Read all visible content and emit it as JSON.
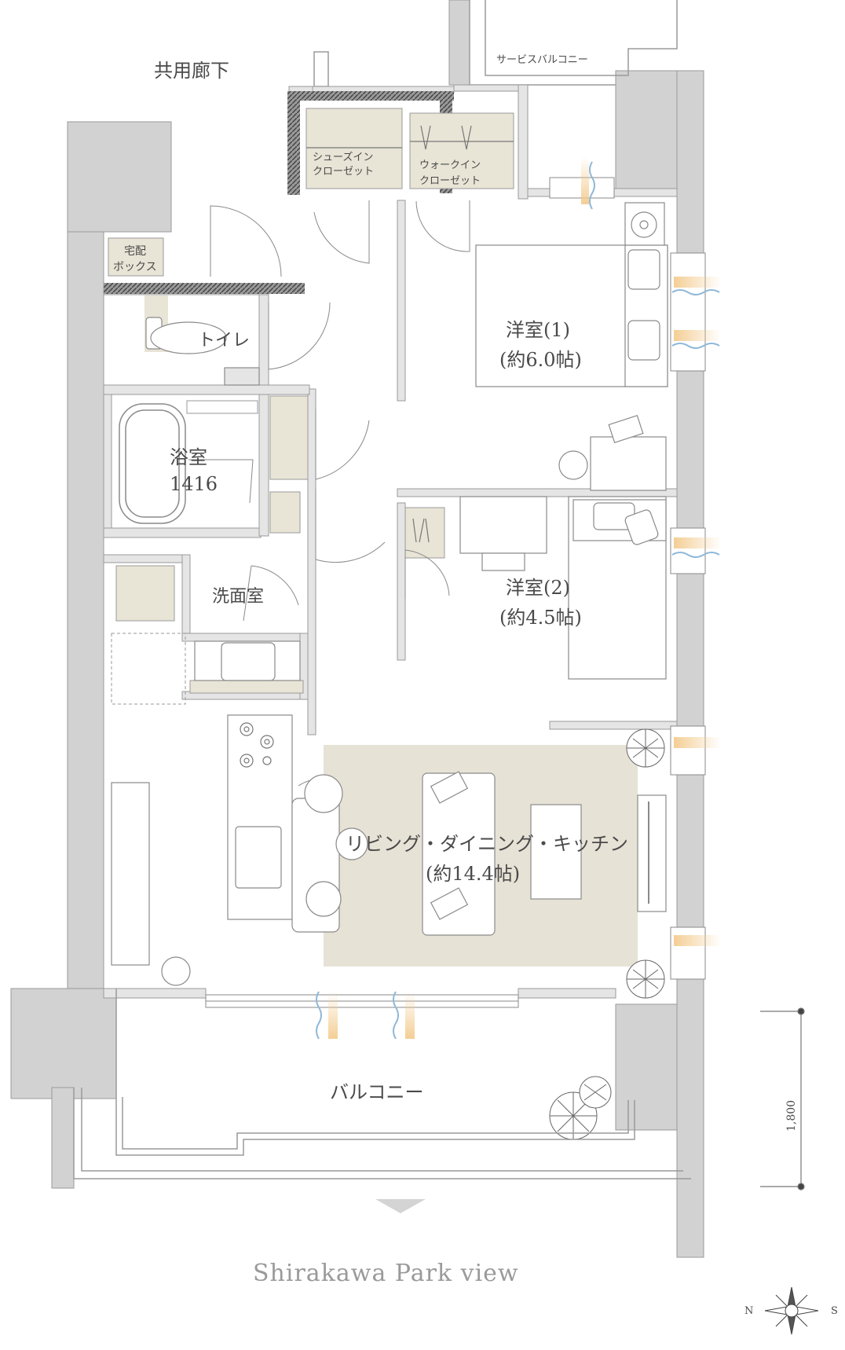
{
  "labels": {
    "common_corridor": "共用廊下",
    "service_balcony": "サービスバルコニー",
    "shoe_closet_l1": "シューズイン",
    "shoe_closet_l2": "クローゼット",
    "walkin_closet_l1": "ウォークイン",
    "walkin_closet_l2": "クローゼット",
    "delivery_box_l1": "宅配",
    "delivery_box_l2": "ボックス",
    "toilet": "トイレ",
    "bath_l1": "浴室",
    "bath_l2": "1416",
    "washroom": "洗面室",
    "room1_name": "洋室(1)",
    "room1_size": "(約6.0帖)",
    "room2_name": "洋室(2)",
    "room2_size": "(約4.5帖)",
    "ldk_name": "リビング・ダイニング・キッチン",
    "ldk_size": "(約14.4帖)",
    "balcony": "バルコニー",
    "dimension": "1,800",
    "view": "Shirakawa Park view",
    "compass_n": "N",
    "compass_s": "S"
  },
  "colors": {
    "wall": "#d2d2d2",
    "line": "#8a8a8a",
    "storage": "#e8e4d6",
    "ldk_rug": "#e7e2d6",
    "hatch": "#6b6b6b"
  }
}
